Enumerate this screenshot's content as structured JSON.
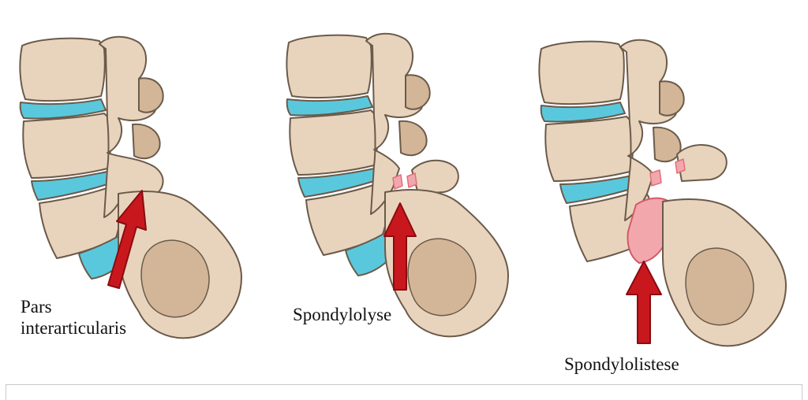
{
  "panels": [
    {
      "id": "normal",
      "label": "Pars\ninterarticularis"
    },
    {
      "id": "lysis",
      "label": "Spondylolyse"
    },
    {
      "id": "listhesis",
      "label": "Spondylolistese"
    }
  ],
  "colors": {
    "bone": "#e8d4bd",
    "bone_shadow": "#d2b697",
    "outline": "#6b5a4a",
    "disc": "#5ac8dc",
    "disc_dark": "#2fa7c1",
    "arrow": "#c8181e",
    "arrow_outline": "#8a0c10",
    "defect": "#f2a7ad",
    "text": "#111111"
  }
}
